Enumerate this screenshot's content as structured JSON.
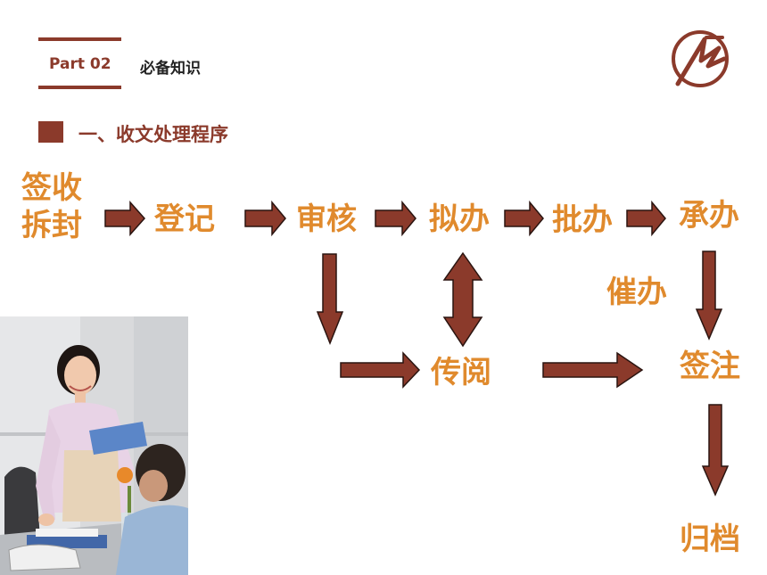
{
  "header": {
    "part_label": "Part 02",
    "part_title": "必备知识",
    "logo": "fg-emblem-logo"
  },
  "section": {
    "heading": "一、收文处理程序"
  },
  "flow": {
    "nodes": {
      "sign_receive_line1": "签收",
      "sign_receive_line2": "拆封",
      "register": "登记",
      "review": "审核",
      "draft": "拟办",
      "approve": "批办",
      "undertake": "承办",
      "urge": "催办",
      "circulate": "传阅",
      "annotate": "签注",
      "archive": "归档"
    }
  },
  "colors": {
    "brand": "#8b3a2b",
    "node_text": "#e08a2d",
    "arrow_fill": "#8b3a2b",
    "arrow_stroke": "#2a1410"
  }
}
